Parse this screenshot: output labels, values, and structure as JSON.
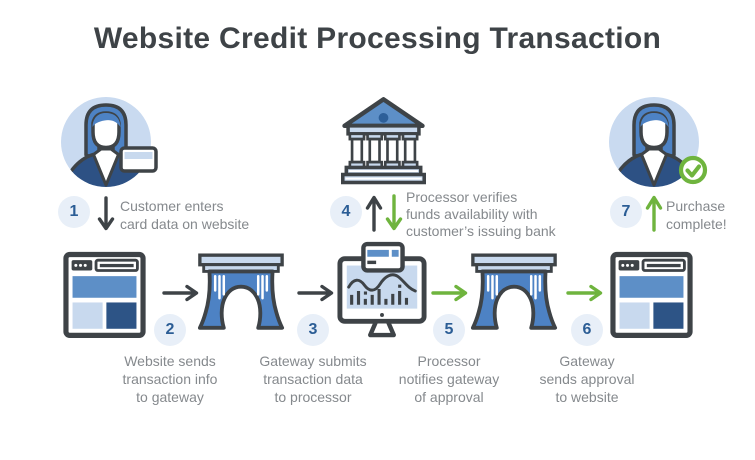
{
  "title": "Website Credit Processing Transaction",
  "colors": {
    "outline": "#3e4347",
    "blue_medium": "#5d8fc7",
    "blue_light": "#c8d9ee",
    "blue_circle_bg": "#c9daf0",
    "blue_dark": "#2d5486",
    "hair_blue": "#4d82c4",
    "badge_bg": "#e8eff8",
    "badge_text": "#2b5d95",
    "text_gray": "#85898d",
    "green": "#6fb43e",
    "background": "#ffffff"
  },
  "icons": {
    "customer": "person-with-credit-card",
    "bank": "bank-building-columns",
    "customer_complete": "person-with-green-check",
    "website": "browser-window",
    "gateway": "arch-bridge",
    "processor": "monitor-with-chart-and-card",
    "flow_arrow": "arrow-right",
    "direction_arrows": [
      "arrow-down",
      "arrow-up"
    ]
  },
  "steps": [
    {
      "num": "1",
      "lines": [
        "Customer enters",
        "card data on website"
      ]
    },
    {
      "num": "2",
      "lines": [
        "Website sends",
        "transaction info",
        "to gateway"
      ]
    },
    {
      "num": "3",
      "lines": [
        "Gateway submits",
        "transaction data",
        "to processor"
      ]
    },
    {
      "num": "4",
      "lines": [
        "Processor verifies",
        "funds availability with",
        "customer’s issuing bank"
      ]
    },
    {
      "num": "5",
      "lines": [
        "Processor",
        "notifies gateway",
        "of approval"
      ]
    },
    {
      "num": "6",
      "lines": [
        "Gateway",
        "sends approval",
        "to website"
      ]
    },
    {
      "num": "7",
      "lines": [
        "Purchase",
        "complete!"
      ]
    }
  ]
}
